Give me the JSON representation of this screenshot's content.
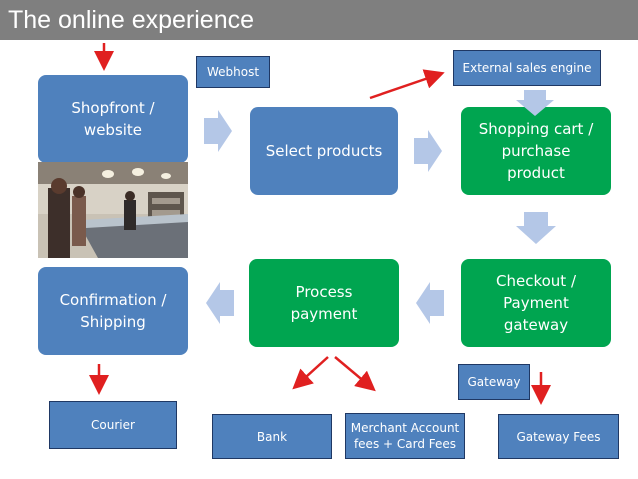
{
  "title": "The online experience",
  "nodes": {
    "shopfront": "Shopfront /\nwebsite",
    "select_products": "Select products",
    "shopping_cart": "Shopping cart /\npurchase\nproduct",
    "checkout": "Checkout /\nPayment\ngateway",
    "process_payment": "Process\npayment",
    "confirmation": "Confirmation /\nShipping"
  },
  "tags": {
    "webhost": "Webhost",
    "external_sales_engine": "External sales engine",
    "gateway": "Gateway",
    "courier": "Courier",
    "bank": "Bank",
    "merchant_account": "Merchant Account\nfees + Card Fees",
    "gateway_fees": "Gateway Fees"
  },
  "colors": {
    "title_bar": "#7f7f7f",
    "blue_box": "#4f81bd",
    "green_box": "#00a550",
    "flow_arrow": "#b4c7e7",
    "red_arrow": "#e02020"
  },
  "image": "shop-interior-photo"
}
